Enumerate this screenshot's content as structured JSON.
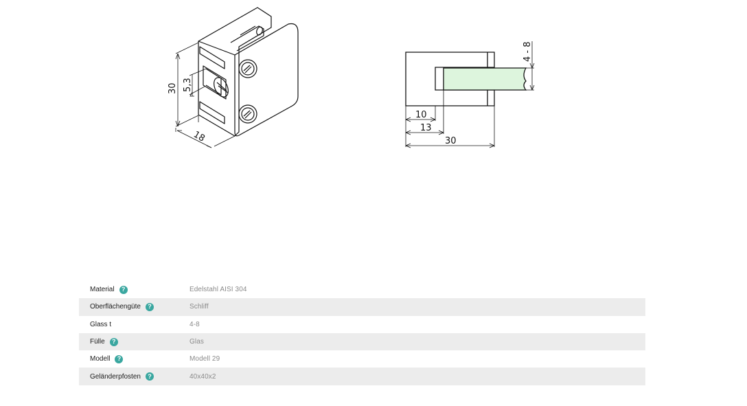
{
  "drawing": {
    "iso_dims": {
      "height": "30",
      "slot": "5,3",
      "depth": "18"
    },
    "side_dims": {
      "glass": "4 - 8",
      "d10": "10",
      "d13": "13",
      "d30": "30"
    }
  },
  "specs": {
    "rows": [
      {
        "label": "Material",
        "value": "Edelstahl AISI 304",
        "help": "?"
      },
      {
        "label": "Oberflächengüte",
        "value": "Schliff",
        "help": "?"
      },
      {
        "label": "Glass t",
        "value": "4-8",
        "help": ""
      },
      {
        "label": "Fülle",
        "value": "Glas",
        "help": "?"
      },
      {
        "label": "Modell",
        "value": "Modell 29",
        "help": "?"
      },
      {
        "label": "Geländerpfosten",
        "value": "40x40x2",
        "help": "?"
      }
    ]
  },
  "colors": {
    "glass_fill": "#ddf5dd",
    "help_icon": "#3aa7a0",
    "row_alt": "#ececec"
  }
}
